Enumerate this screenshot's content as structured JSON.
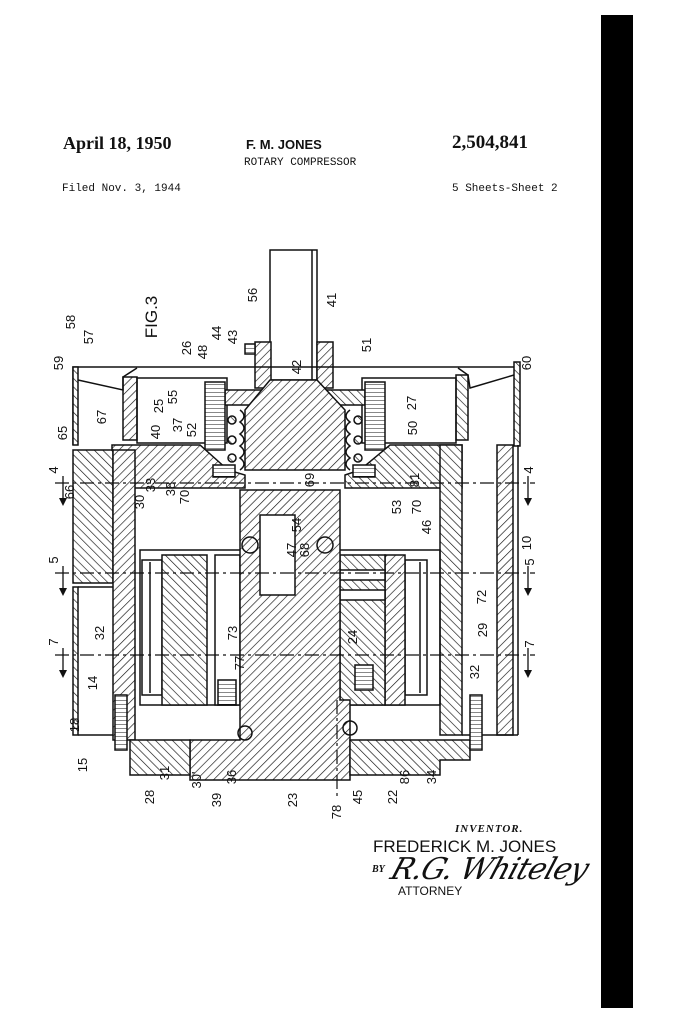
{
  "header": {
    "date": "April 18, 1950",
    "inventor_short": "F. M. JONES",
    "patent_number": "2,504,841",
    "title": "ROTARY COMPRESSOR",
    "filed": "Filed Nov. 3, 1944",
    "sheets": "5 Sheets-Sheet 2"
  },
  "figure": {
    "label": "FIG.3",
    "labels": [
      "58",
      "57",
      "59",
      "65",
      "66",
      "4",
      "67",
      "26",
      "48",
      "44",
      "43",
      "56",
      "41",
      "42",
      "55",
      "25",
      "40",
      "37",
      "52",
      "33",
      "30",
      "38",
      "70",
      "69",
      "54",
      "51",
      "27",
      "50",
      "60",
      "81",
      "53",
      "70",
      "46",
      "4",
      "47",
      "68",
      "5",
      "7",
      "32",
      "73",
      "77",
      "14",
      "18",
      "15",
      "28",
      "31",
      "30'",
      "39",
      "36",
      "23",
      "78",
      "10",
      "5",
      "72",
      "29",
      "7",
      "24",
      "32",
      "86",
      "34",
      "22",
      "45"
    ]
  },
  "signature": {
    "inventor_label": "INVENTOR.",
    "inventor_name": "FREDERICK M. JONES",
    "by": "BY",
    "attorney_signature": "R.G. Whiteley",
    "attorney_label": "ATTORNEY"
  }
}
